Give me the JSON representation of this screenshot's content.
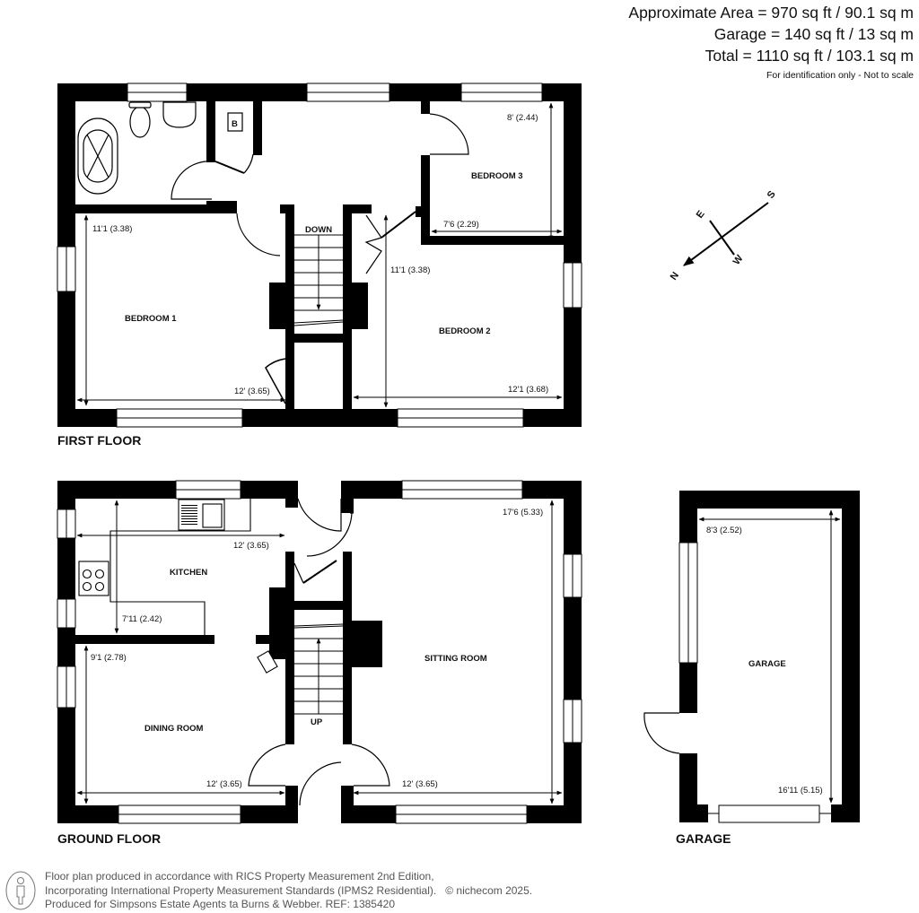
{
  "header": {
    "area_lines": [
      "Approximate Area = 970 sq ft / 90.1 sq m",
      "Garage = 140 sq ft / 13 sq m",
      "Total = 1110 sq ft / 103.1 sq m"
    ],
    "note": "For identification only - Not to scale"
  },
  "compass": {
    "north": "N",
    "south": "S",
    "east": "E",
    "west": "W"
  },
  "first_floor": {
    "title": "FIRST FLOOR",
    "rooms": {
      "bedroom1": {
        "label": "BEDROOM 1",
        "dim_v": "11'1 (3.38)",
        "dim_h": "12' (3.65)"
      },
      "bedroom2": {
        "label": "BEDROOM 2",
        "dim_v": "11'1 (3.38)",
        "dim_h": "12'1 (3.68)"
      },
      "bedroom3": {
        "label": "BEDROOM 3",
        "dim_v": "8' (2.44)",
        "dim_h": "7'6 (2.29)"
      },
      "boiler": {
        "label": "B"
      },
      "stairs": {
        "label": "DOWN"
      }
    }
  },
  "ground_floor": {
    "title": "GROUND FLOOR",
    "rooms": {
      "kitchen": {
        "label": "KITCHEN",
        "dim_h": "12' (3.65)",
        "dim_v": "7'11 (2.42)"
      },
      "dining": {
        "label": "DINING ROOM",
        "dim_v": "9'1 (2.78)",
        "dim_h": "12' (3.65)"
      },
      "sitting": {
        "label": "SITTING ROOM",
        "dim_v": "17'6 (5.33)",
        "dim_h": "12' (3.65)"
      },
      "stairs": {
        "label": "UP"
      }
    }
  },
  "garage": {
    "title": "GARAGE",
    "label": "GARAGE",
    "dim_h": "8'3 (2.52)",
    "dim_v": "16'11 (5.15)"
  },
  "footer": {
    "lines": [
      "Floor plan produced in accordance with RICS Property Measurement 2nd Edition,",
      "Incorporating International Property Measurement Standards (IPMS2 Residential).",
      "Produced for Simpsons Estate Agents ta Burns & Webber.   REF:  1385420"
    ],
    "copyright": "© nichecom 2025."
  }
}
